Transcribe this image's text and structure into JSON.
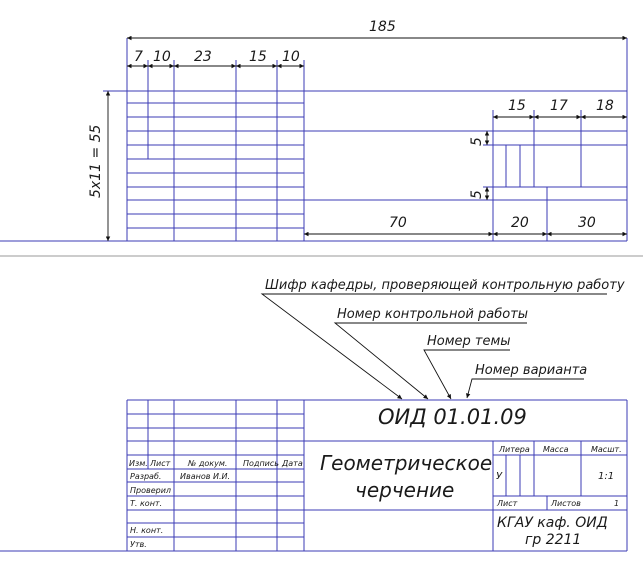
{
  "top_drawing": {
    "dims": {
      "total": "185",
      "c7": "7",
      "c10": "10",
      "c23": "23",
      "c15": "15",
      "c10b": "10",
      "r15": "15",
      "r17": "17",
      "r18": "18",
      "rows": "5x11 = 55",
      "h5a": "5",
      "h5b": "5",
      "w70": "70",
      "w20": "20",
      "w30": "30"
    }
  },
  "callouts": {
    "department_code": "Шифр кафедры, проверяющей контрольную работу",
    "work_number": "Номер контрольной работы",
    "topic_number": "Номер темы",
    "variant_number": "Номер варианта"
  },
  "title_block": {
    "designation": "ОИД 01.01.09",
    "title_line1": "Геометрическое",
    "title_line2": "черчение",
    "headers": {
      "izm": "Изм.",
      "list": "Лист",
      "doc": "№ докум.",
      "sign": "Подпись",
      "date": "Дата"
    },
    "roles": {
      "developer": "Разраб.",
      "checked": "Проверил",
      "tcontrol": "Т. конт.",
      "ncontrol": "Н. конт.",
      "approved": "Утв."
    },
    "developer_name": "Иванов И.И.",
    "stage": {
      "litera": "Литера",
      "mass": "Масса",
      "scale": "Масшт.",
      "litera_value": "У",
      "scale_value": "1:1"
    },
    "sheet": {
      "sheet_label": "Лист",
      "sheets_label": "Листов",
      "sheets_value": "1"
    },
    "org_line1": "КГАУ каф. ОИД",
    "org_line2": "гр 2211"
  }
}
